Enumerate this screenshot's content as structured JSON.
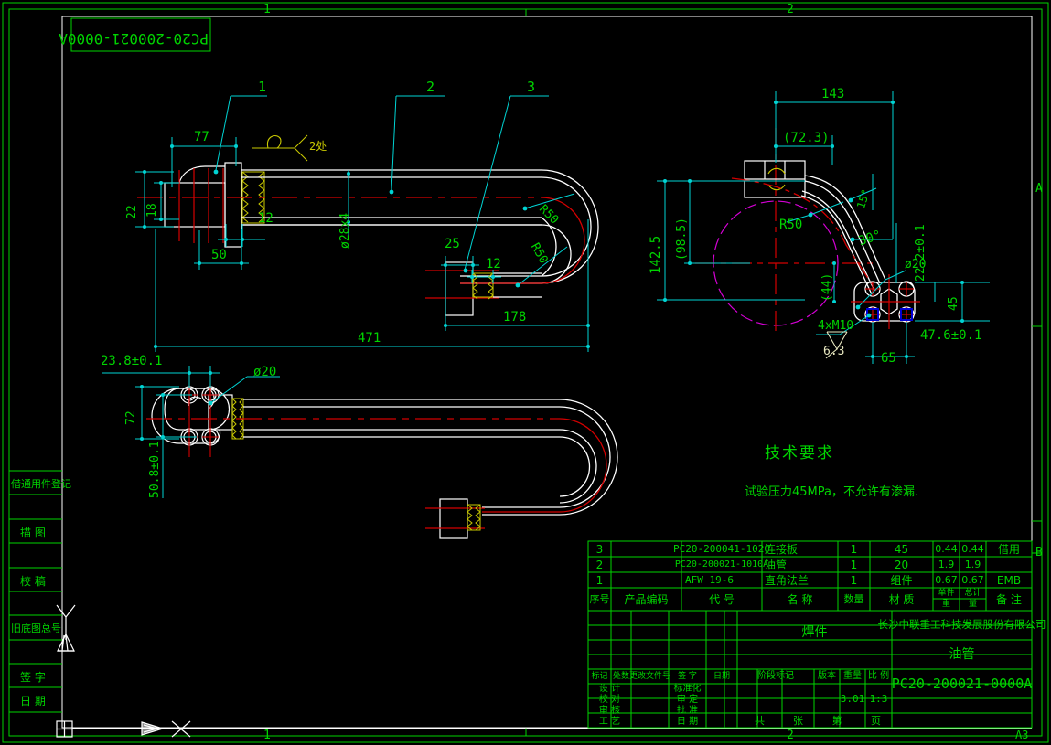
{
  "meta": {
    "drawing_number": "PC20-200021-0000A",
    "sheet_format": "A3",
    "zone_top": [
      "1",
      "2"
    ],
    "zone_bottom": [
      "1",
      "2"
    ],
    "zone_right": [
      "A",
      "B"
    ],
    "corner_code_rotated": "PC20-200021-0000A"
  },
  "left_margin": {
    "rows": [
      "借通用件登记",
      "",
      "描  图",
      "",
      "校  稿",
      "",
      "旧底图总号",
      "",
      "签  字",
      "",
      "日  期",
      ""
    ]
  },
  "balloons": [
    {
      "id": "1"
    },
    {
      "id": "2"
    },
    {
      "id": "3"
    }
  ],
  "dimensions_main_view": {
    "d77": "77",
    "d22": "22",
    "d18": "18",
    "d12": "12",
    "d50": "50",
    "dia28x4": "ø28x4",
    "weld_note": "2处",
    "d25": "25",
    "d12b": "12",
    "r50_a": "R50",
    "r50_b": "R50",
    "d178": "178",
    "d471": "471"
  },
  "dimensions_bottom_view": {
    "d23_8": "23.8±0.1",
    "dia20": "ø20",
    "d72": "72",
    "d50_8": "50.8±0.1"
  },
  "dimensions_right_view": {
    "d143": "143",
    "d72_3": "(72.3)",
    "d142_5": "142.5",
    "d98_5": "(98.5)",
    "d44": "(44)",
    "r50": "R50",
    "a15": "15°",
    "a30": "30°",
    "d22_2": "22.2±0.1",
    "dia20": "ø20",
    "d45": "45",
    "d47_6": "47.6±0.1",
    "d65": "65",
    "thread": "4xM10",
    "roughness": "6.3"
  },
  "tech_req": {
    "title": "技术要求",
    "line1": "试验压力45MPa，不允许有渗漏."
  },
  "parts_table": {
    "headers": [
      "序号",
      "产品编码",
      "代    号",
      "名     称",
      "数量",
      "材    质",
      "单件",
      "总计",
      "备   注"
    ],
    "header_sub": [
      "重",
      "量"
    ],
    "rows": [
      {
        "no": "3",
        "code": "",
        "designation": "PC20-200041-1020",
        "name": "连接板",
        "qty": "1",
        "material": "45",
        "unit_w": "0.44",
        "total_w": "0.44",
        "remark": "借用"
      },
      {
        "no": "2",
        "code": "",
        "designation": "PC20-200021-1010A",
        "name": "油管",
        "qty": "1",
        "material": "20",
        "unit_w": "1.9",
        "total_w": "1.9",
        "remark": ""
      },
      {
        "no": "1",
        "code": "",
        "designation": "AFW 19-6",
        "name": "直角法兰",
        "qty": "1",
        "material": "组件",
        "unit_w": "0.67",
        "total_w": "0.67",
        "remark": "EMB"
      }
    ]
  },
  "title_block": {
    "rev_headers": [
      "标记",
      "处数",
      "更改文件号",
      "签  字",
      "日期"
    ],
    "left_col": [
      "设  计",
      "校  对",
      "审  核",
      "工  艺"
    ],
    "mid_col": [
      "标准化",
      "审  定",
      "批  准",
      "日  期"
    ],
    "stage_headers": [
      "阶段标记",
      "版本",
      "重量",
      "比  例"
    ],
    "weight": "3.01",
    "scale": "1:3",
    "sheet_labels": [
      "共",
      "张",
      "第",
      "页"
    ],
    "part_type": "焊件",
    "company": "长沙中联重工科技发展股份有限公司",
    "part_name": "油管",
    "drawing_no": "PC20-200021-0000A"
  }
}
